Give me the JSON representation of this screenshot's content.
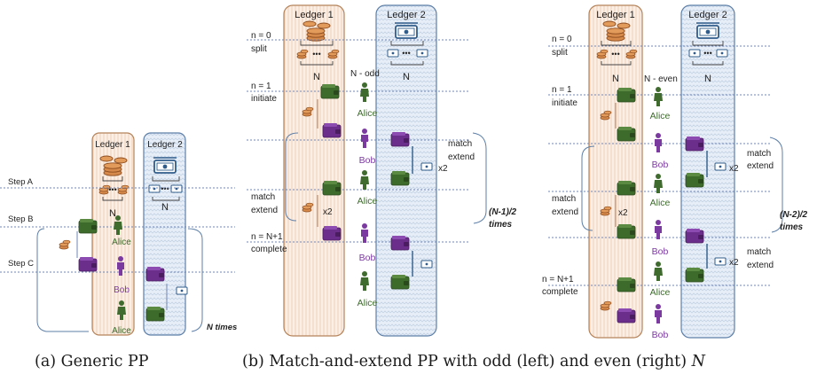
{
  "colors": {
    "ledger1_stroke": "#b5835a",
    "ledger1_fill": "#fbeee4",
    "ledger2_stroke": "#5d7fa8",
    "ledger2_fill": "#e7eef7",
    "alice": "#3f6b2e",
    "bob": "#7b3aa0",
    "wallet_green": "#3d6b2c",
    "wallet_purple": "#6b2e8a",
    "coin": "#c06a2c",
    "cash": "#3b5f8a",
    "dash": "#6f87b7",
    "text": "#222222"
  },
  "ledgers": {
    "ledger1": "Ledger 1",
    "ledger2": "Ledger 2"
  },
  "panel_a": {
    "step_a": "Step A",
    "step_b": "Step B",
    "step_c": "Step C",
    "n": "N",
    "alice": "Alice",
    "bob": "Bob",
    "n_times": "N times"
  },
  "panel_b": {
    "n0": "n = 0",
    "split": "split",
    "n1": "n = 1",
    "initiate": "initiate",
    "parity": "N - odd",
    "n": "N",
    "match": "match",
    "extend": "extend",
    "x2": "x2",
    "nN1": "n = N+1",
    "complete": "complete",
    "times_frac": "(N-1)/2",
    "times": "times",
    "alice": "Alice",
    "bob": "Bob"
  },
  "panel_c": {
    "n0": "n = 0",
    "split": "split",
    "n1": "n = 1",
    "initiate": "initiate",
    "parity": "N - even",
    "n": "N",
    "match": "match",
    "extend": "extend",
    "x2": "x2",
    "nN1": "n = N+1",
    "complete": "complete",
    "times_frac": "(N-2)/2",
    "times": "times",
    "alice": "Alice",
    "bob": "Bob"
  },
  "captions": {
    "a": "(a) Generic PP",
    "b_main": "(b) Match-and-extend PP with odd (left) and even (right) ",
    "b_var": "N"
  }
}
